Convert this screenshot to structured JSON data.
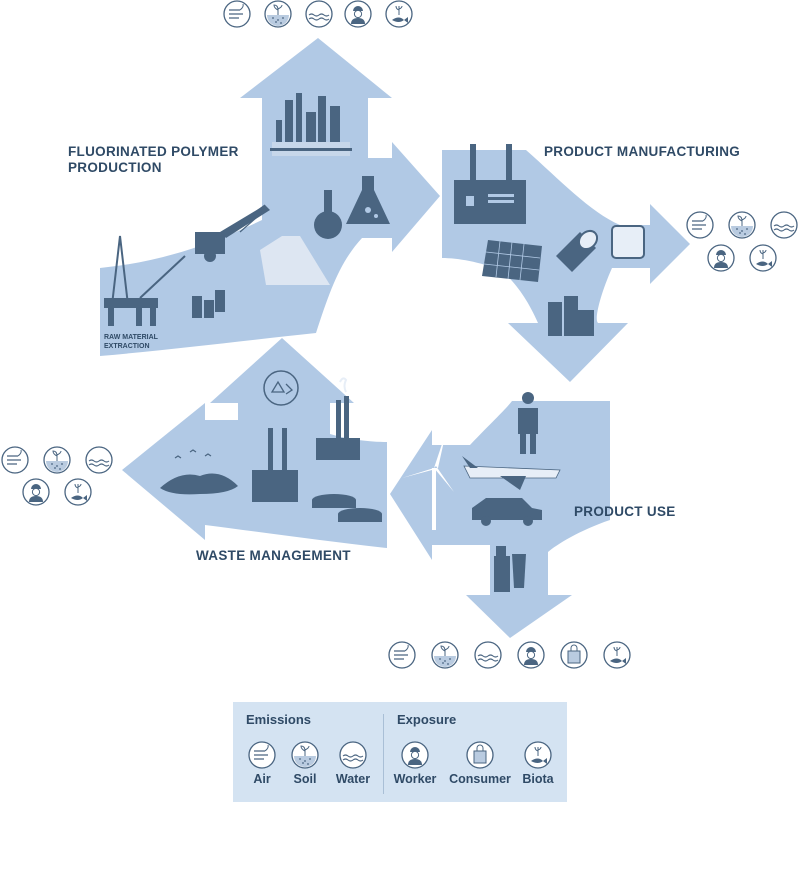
{
  "stages": {
    "polymer_production": {
      "title_line1": "FLUORINATED POLYMER",
      "title_line2": "PRODUCTION",
      "sub_line1": "RAW MATERIAL",
      "sub_line2": "EXTRACTION"
    },
    "manufacturing": {
      "title": "PRODUCT MANUFACTURING"
    },
    "product_use": {
      "title": "PRODUCT USE"
    },
    "waste": {
      "title": "WASTE MANAGEMENT"
    }
  },
  "legend": {
    "emissions_title": "Emissions",
    "exposure_title": "Exposure",
    "air": "Air",
    "soil": "Soil",
    "water": "Water",
    "worker": "Worker",
    "consumer": "Consumer",
    "biota": "Biota"
  },
  "icon_groups": {
    "top": [
      "air-icon",
      "soil-icon",
      "water-icon",
      "worker-icon",
      "biota-icon"
    ],
    "right": [
      "air-icon",
      "soil-icon",
      "water-icon",
      "worker-icon",
      "biota-icon"
    ],
    "left": [
      "air-icon",
      "soil-icon",
      "water-icon",
      "worker-icon",
      "biota-icon"
    ],
    "bottom": [
      "air-icon",
      "soil-icon",
      "water-icon",
      "worker-icon",
      "consumer-icon",
      "biota-icon"
    ]
  },
  "colors": {
    "arrow_fill": "#b1c9e5",
    "icon_dark": "#4a6581",
    "text": "#2f4a66",
    "legend_bg": "#d4e3f2"
  }
}
